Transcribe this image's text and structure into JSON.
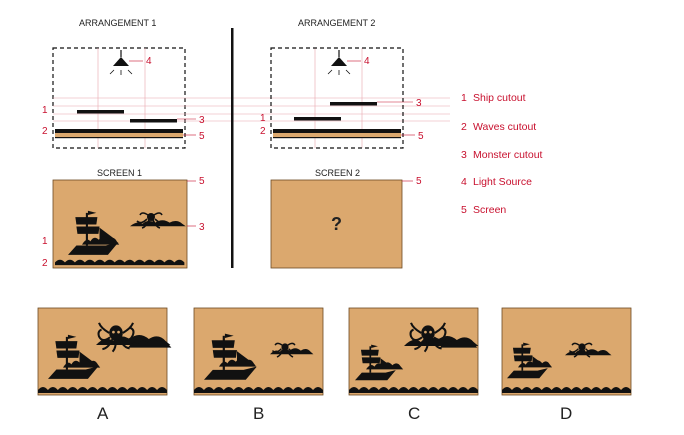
{
  "arrangements": [
    {
      "title": "ARRANGEMENT 1",
      "screen_title": "SCREEN 1"
    },
    {
      "title": "ARRANGEMENT 2",
      "screen_title": "SCREEN 2",
      "screen_text": "?"
    }
  ],
  "markers": {
    "a1_light": "4",
    "a1_ship": "1",
    "a1_waves": "2",
    "a1_monster": "3",
    "a1_screen": "5",
    "s1_screen": "5",
    "s1_monster": "3",
    "s1_ship": "1",
    "s1_waves": "2",
    "a2_light": "4",
    "a2_monster": "3",
    "a2_ship": "1",
    "a2_waves": "2",
    "a2_screen": "5",
    "s2_screen": "5"
  },
  "legend": [
    {
      "num": "1",
      "label": "Ship cutout"
    },
    {
      "num": "2",
      "label": "Waves cutout"
    },
    {
      "num": "3",
      "label": "Monster cutout"
    },
    {
      "num": "4",
      "label": "Light Source"
    },
    {
      "num": "5",
      "label": "Screen"
    }
  ],
  "options": [
    {
      "letter": "A"
    },
    {
      "letter": "B"
    },
    {
      "letter": "C"
    },
    {
      "letter": "D"
    }
  ],
  "colors": {
    "screen": "#dba86e",
    "accent": "#c8102e",
    "ink": "#111111"
  }
}
